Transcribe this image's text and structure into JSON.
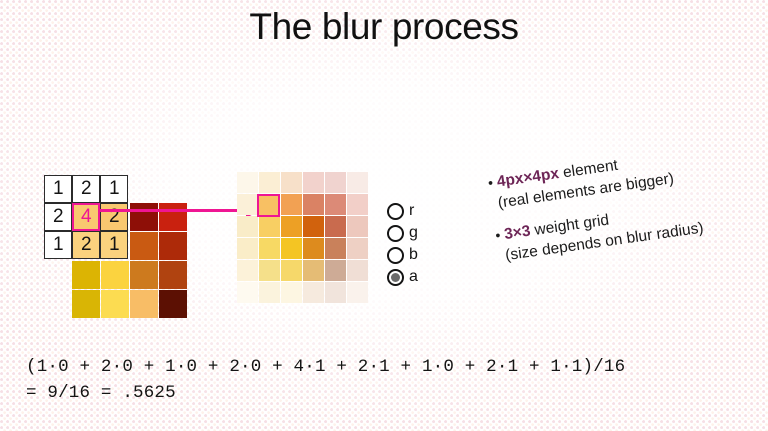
{
  "slide": {
    "title": "The blur process",
    "background_color": "#ffffff",
    "dot_color": "#e296aa",
    "accent_pink": "#ef1593",
    "highlight_purple": "#6d2556"
  },
  "weight_grid": {
    "label": "3x3 weight grid",
    "rows": [
      [
        {
          "value": "1",
          "center": false
        },
        {
          "value": "2",
          "center": false
        },
        {
          "value": "1",
          "center": false
        }
      ],
      [
        {
          "value": "2",
          "center": false
        },
        {
          "value": "4",
          "center": true
        },
        {
          "value": "2",
          "center": false
        }
      ],
      [
        {
          "value": "1",
          "center": false
        },
        {
          "value": "2",
          "center": false
        },
        {
          "value": "1",
          "center": false
        }
      ]
    ]
  },
  "source_element": {
    "label": "4px x 4px element",
    "size": "4x4",
    "pixels": [
      [
        "#f7c366",
        "#f7c366",
        "#8e0f07",
        "#c9210f"
      ],
      [
        "#f7c366",
        "#f7c366",
        "#8e0f07",
        "#c9210f"
      ],
      [
        "#f9cd72",
        "#f9cd72",
        "#c95a12",
        "#ad2a09"
      ],
      [
        "#dcb403",
        "#fbd33f",
        "#cd7a1e",
        "#b04310"
      ],
      [
        "#d9b505",
        "#fcdc51",
        "#f8bd66",
        "#5c1003"
      ]
    ],
    "grid_pixels": [
      [
        "#dab404",
        "#fcd94a",
        "#cf7a1f",
        "#b04310"
      ],
      [
        "#d8b505",
        "#fbdb52",
        "#f9bd67",
        "#5b1003"
      ]
    ]
  },
  "blurred_element": {
    "size": "6x6",
    "highlight_cell": {
      "row": 1,
      "col": 1
    },
    "pixels": [
      [
        "#fdf7ea",
        "#fbeed4",
        "#f7e0c9",
        "#f2d2cc",
        "#f0d3cf",
        "#f8ebe6"
      ],
      [
        "#fbf0d8",
        "#f8c063",
        "#f2a153",
        "#da8264",
        "#dc8a77",
        "#f2cfc8"
      ],
      [
        "#f9ecc8",
        "#f8cf63",
        "#eda025",
        "#d1620d",
        "#c96b4e",
        "#edc8bd"
      ],
      [
        "#faedc8",
        "#f7d964",
        "#f4c523",
        "#dd8b1e",
        "#c9815b",
        "#eed0c4"
      ],
      [
        "#fcf2d9",
        "#f5e08a",
        "#f6d86a",
        "#e5bc75",
        "#ceab96",
        "#f0ded5"
      ],
      [
        "#fefaf0",
        "#fbf3dd",
        "#fdf6e2",
        "#f6eade",
        "#f1e4dc",
        "#faf2ec"
      ]
    ]
  },
  "rgba_legend": {
    "channels": [
      {
        "name": "r",
        "filled": false
      },
      {
        "name": "g",
        "filled": false
      },
      {
        "name": "b",
        "filled": false
      },
      {
        "name": "a",
        "filled": true
      }
    ]
  },
  "notes": [
    {
      "bullet": "•",
      "highlight": "4px×4px",
      "rest": " element",
      "sub": "(real elements are bigger)"
    },
    {
      "bullet": "•",
      "highlight": "3×3",
      "rest": " weight grid",
      "sub": "(size depends on blur radius)"
    }
  ],
  "formula": {
    "line1": "(1·0 + 2·0 + 1·0 + 2·0 + 4·1 + 2·1 + 1·0 + 2·1 + 1·1)/16",
    "line2": "= 9/16 = .5625"
  }
}
